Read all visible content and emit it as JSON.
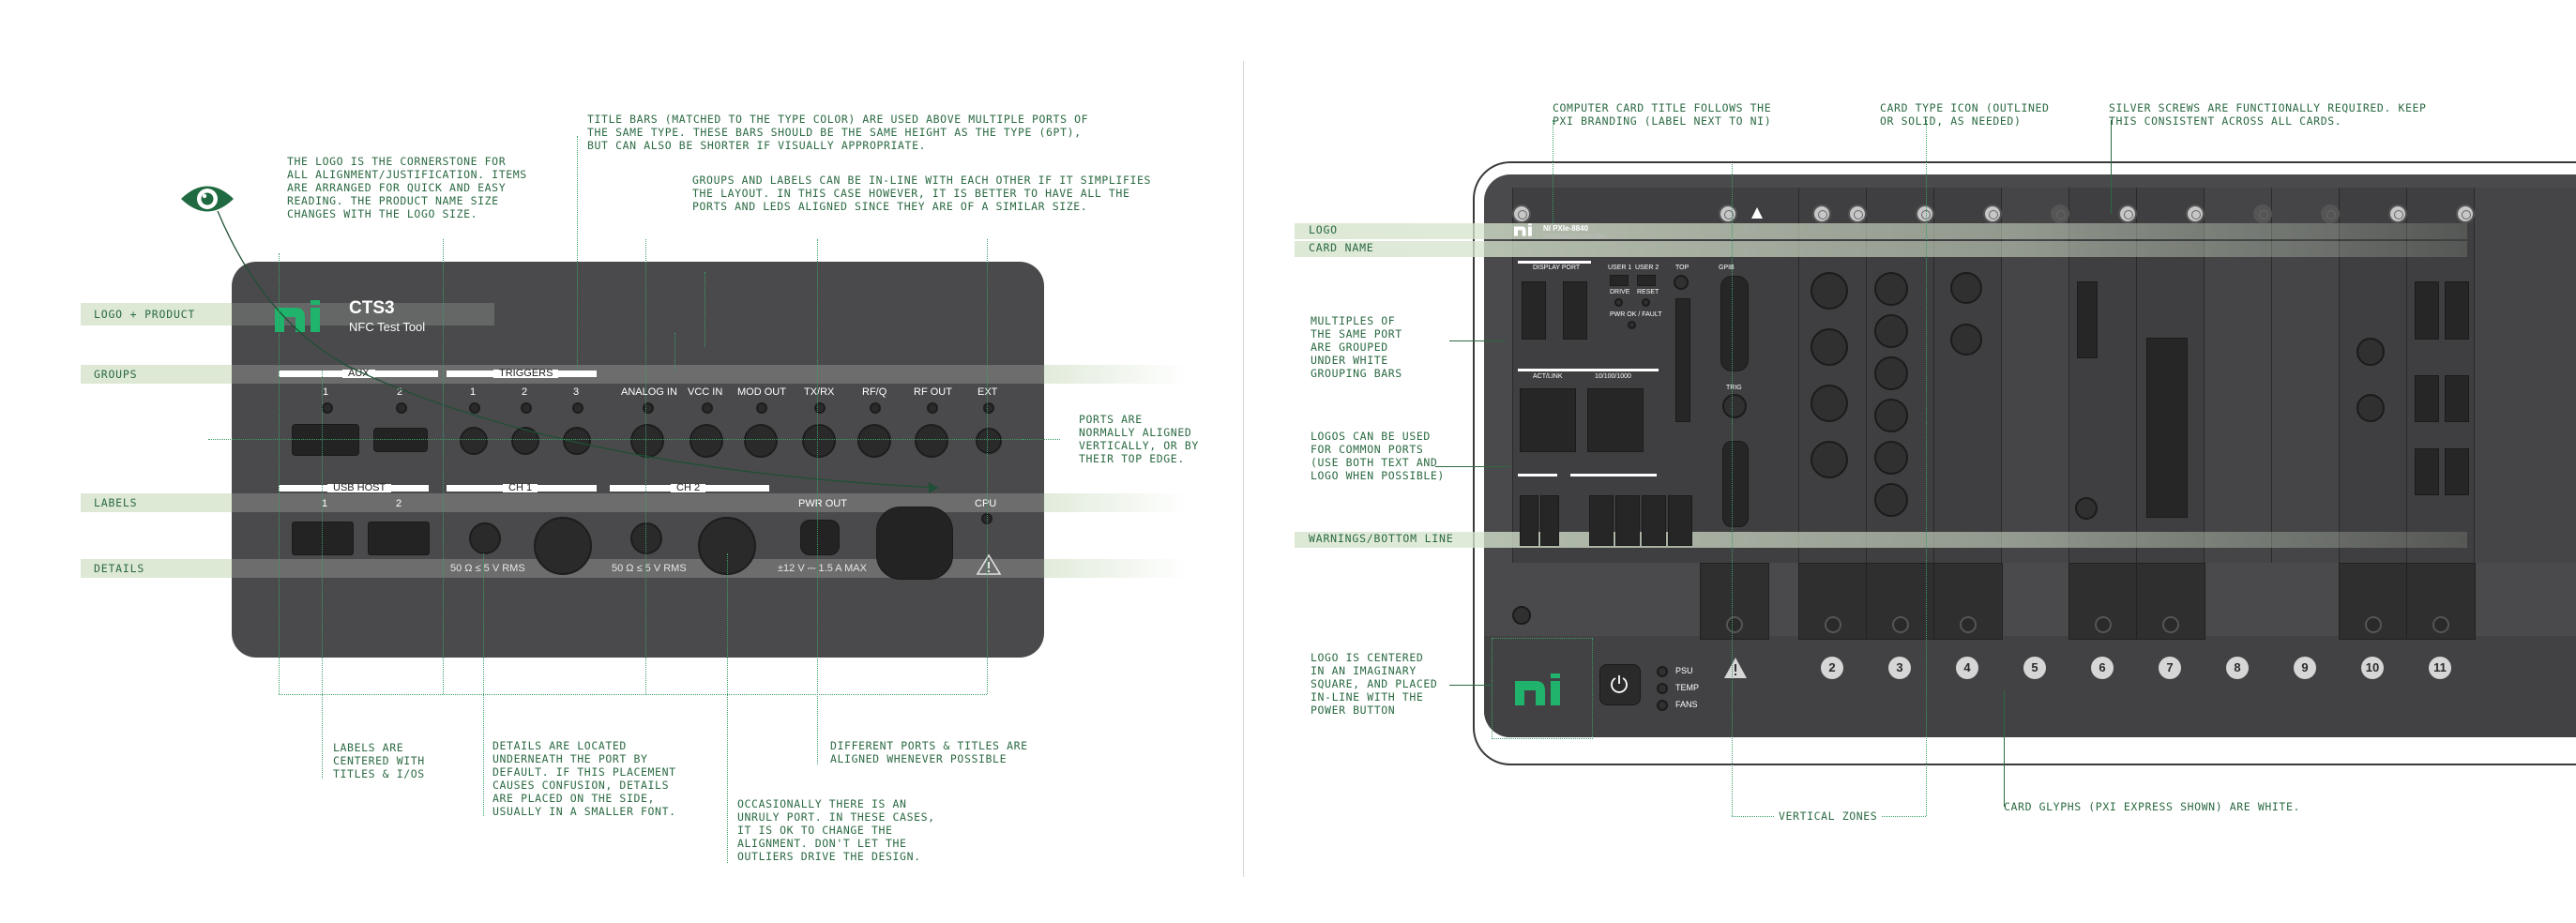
{
  "left": {
    "product_name": "CTS3",
    "product_subtitle": "NFC Test Tool",
    "bands": {
      "logo_product": "LOGO + PRODUCT",
      "groups": "GROUPS",
      "labels": "LABELS",
      "details": "DETAILS"
    },
    "group_bars": {
      "aux": "AUX",
      "triggers": "TRIGGERS",
      "usb_host": "USB HOST",
      "ch1": "CH 1",
      "ch2": "CH 2"
    },
    "top_labels": [
      "1",
      "2",
      "1",
      "2",
      "3",
      "ANALOG IN",
      "VCC IN",
      "MOD OUT",
      "TX/RX",
      "RF/Q",
      "RF OUT",
      "EXT"
    ],
    "bottom_labels": [
      "1",
      "2",
      "PWR OUT",
      "CPU"
    ],
    "details": {
      "ch1": "50 Ω ≤ 5 V RMS",
      "ch2": "50 Ω ≤ 5 V RMS",
      "pwr": "±12 V ⎓ 1.5 A MAX"
    },
    "notes": {
      "logo": "THE LOGO IS THE CORNERSTONE FOR\nALL ALIGNMENT/JUSTIFICATION. ITEMS\nARE ARRANGED FOR QUICK AND EASY\nREADING. THE PRODUCT NAME SIZE\nCHANGES WITH THE LOGO SIZE.",
      "title_bars": "TITLE BARS (MATCHED TO THE TYPE COLOR) ARE USED ABOVE MULTIPLE PORTS OF\nTHE SAME TYPE. THESE BARS SHOULD BE THE SAME HEIGHT AS THE TYPE (6PT),\nBUT CAN ALSO BE SHORTER IF VISUALLY APPROPRIATE.",
      "inline": "GROUPS AND LABELS CAN BE IN-LINE WITH EACH OTHER IF IT SIMPLIFIES\nTHE LAYOUT. IN THIS CASE HOWEVER, IT IS BETTER TO HAVE ALL THE\nPORTS AND LEDS ALIGNED SINCE THEY ARE OF A SIMILAR SIZE.",
      "ports_aligned": "PORTS ARE\nNORMALLY ALIGNED\nVERTICALLY, OR BY\nTHEIR TOP EDGE.",
      "labels_centered": "LABELS ARE\nCENTERED WITH\nTITLES & I/OS",
      "details_located": "DETAILS ARE LOCATED\nUNDERNEATH THE PORT BY\nDEFAULT. IF THIS PLACEMENT\nCAUSES CONFUSION, DETAILS\nARE PLACED ON THE SIDE,\nUSUALLY IN A SMALLER FONT.",
      "different_ports": "DIFFERENT PORTS & TITLES ARE\nALIGNED WHENEVER POSSIBLE",
      "unruly": "OCCASIONALLY THERE IS AN\nUNRULY PORT. IN THESE CASES,\nIT IS OK TO CHANGE THE\nALIGNMENT. DON'T LET THE\nOUTLIERS DRIVE THE DESIGN."
    }
  },
  "right": {
    "bands": {
      "logo": "LOGO",
      "card_name": "CARD NAME",
      "warnings": "WARNINGS/BOTTOM LINE"
    },
    "notes": {
      "computer_card": "COMPUTER CARD TITLE FOLLOWS THE\nPXI BRANDING (LABEL NEXT TO NI)",
      "card_type_icon": "CARD TYPE ICON (OUTLINED\nOR SOLID, AS NEEDED)",
      "silver_screws": "SILVER SCREWS ARE FUNCTIONALLY REQUIRED. KEEP\nTHIS CONSISTENT ACROSS ALL CARDS.",
      "multiples": "MULTIPLES OF\nTHE SAME PORT\nARE GROUPED\nUNDER WHITE\nGROUPING BARS",
      "logos_common": "LOGOS CAN BE USED\nFOR COMMON PORTS\n(USE BOTH TEXT AND\nLOGO WHEN POSSIBLE)",
      "logo_centered": "LOGO IS CENTERED\nIN AN IMAGINARY\nSQUARE, AND PLACED\nIN-LINE WITH THE\nPOWER BUTTON",
      "vertical_zones": "VERTICAL ZONES",
      "card_glyphs": "CARD GLYPHS (PXI EXPRESS SHOWN) ARE WHITE."
    },
    "controller": {
      "title": "NI PXIe-8840",
      "subtitle": "Embedded Controller",
      "display_port": "DISPLAY PORT",
      "usb_labels": [
        "USER 1",
        "USER 2"
      ],
      "drive": "DRIVE",
      "reset": "RESET",
      "pwr": "PWR OK / FAULT",
      "top": "TOP",
      "act_link": "ACT/LINK",
      "speed": "10/100/1000",
      "gpib": "GPIB",
      "trig": "TRIG"
    },
    "leds": [
      "PSU",
      "TEMP",
      "FANS"
    ],
    "slot_numbers": [
      "2",
      "3",
      "4",
      "5",
      "6",
      "7",
      "8",
      "9",
      "10",
      "11"
    ],
    "colors": {
      "accent": "#2b6a42",
      "dotted": "#3aa06a",
      "ni_green": "#1fb36b",
      "panel": "#4a4a4c"
    }
  }
}
